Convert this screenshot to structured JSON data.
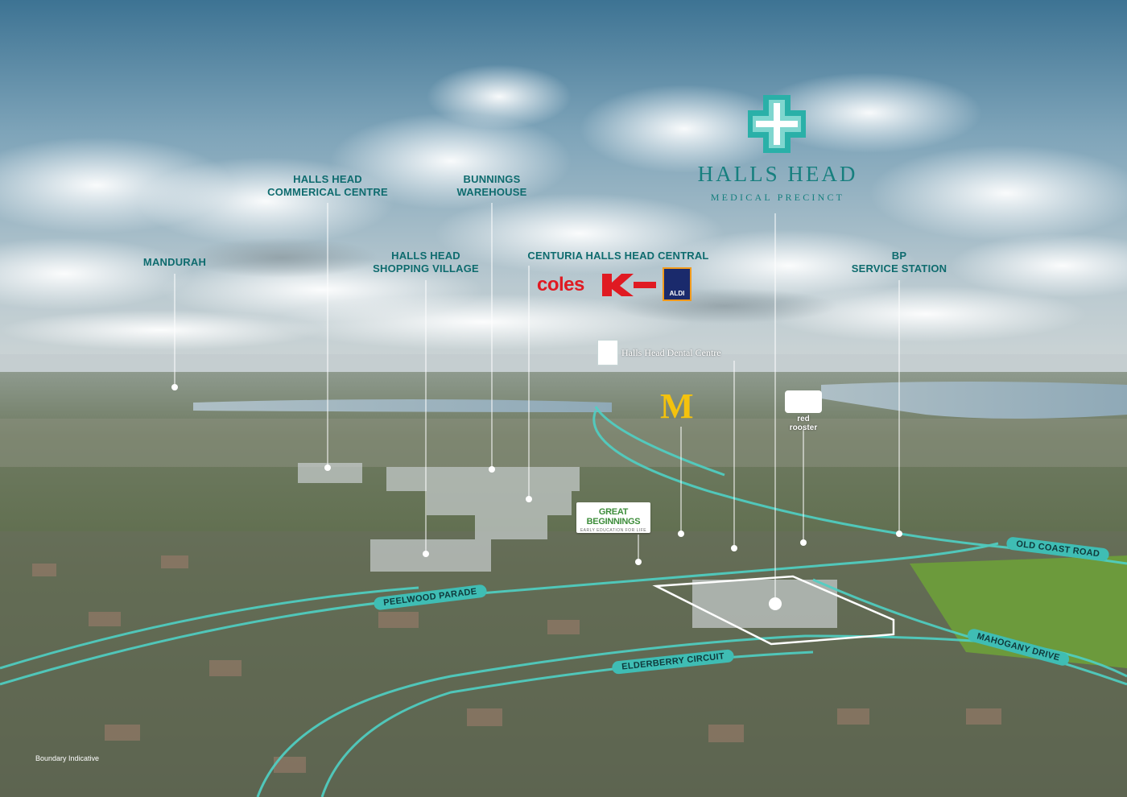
{
  "brand": {
    "name": "HALLS HEAD",
    "subtitle": "MEDICAL PRECINCT",
    "color": "#1a9c96"
  },
  "landmarks": {
    "mandurah": "MANDURAH",
    "commercial_centre": [
      "HALLS HEAD",
      "COMMERICAL CENTRE"
    ],
    "bunnings": [
      "BUNNINGS",
      "WAREHOUSE"
    ],
    "shopping_village": [
      "HALLS HEAD",
      "SHOPPING VILLAGE"
    ],
    "centuria": "CENTURIA HALLS HEAD CENTRAL",
    "bp": [
      "BP",
      "SERVICE STATION"
    ]
  },
  "logos": {
    "coles": "coles",
    "aldi": "ALDI",
    "dental": "Halls Head Dental Centre",
    "mcdonalds": "M",
    "red_rooster": "red rooster",
    "great_beginnings": "GREAT BEGINNINGS",
    "great_beginnings_tagline": "EARLY EDUCATION FOR LIFE"
  },
  "roads": {
    "old_coast": "OLD COAST ROAD",
    "peelwood": "PEELWOOD PARADE",
    "mahogany": "MAHOGANY DRIVE",
    "elderberry": "ELDERBERRY CIRCUIT"
  },
  "footnote": "Boundary Indicative",
  "colors": {
    "sky_top": "#3f7898",
    "sky_mid": "#9cb9c9",
    "horizon": "#c9d3d4",
    "ground": "#5e6b4b",
    "road_line": "#4fd1c5",
    "label_teal": "#0e6b6e",
    "road_label_bg": "#3fbdb4"
  }
}
